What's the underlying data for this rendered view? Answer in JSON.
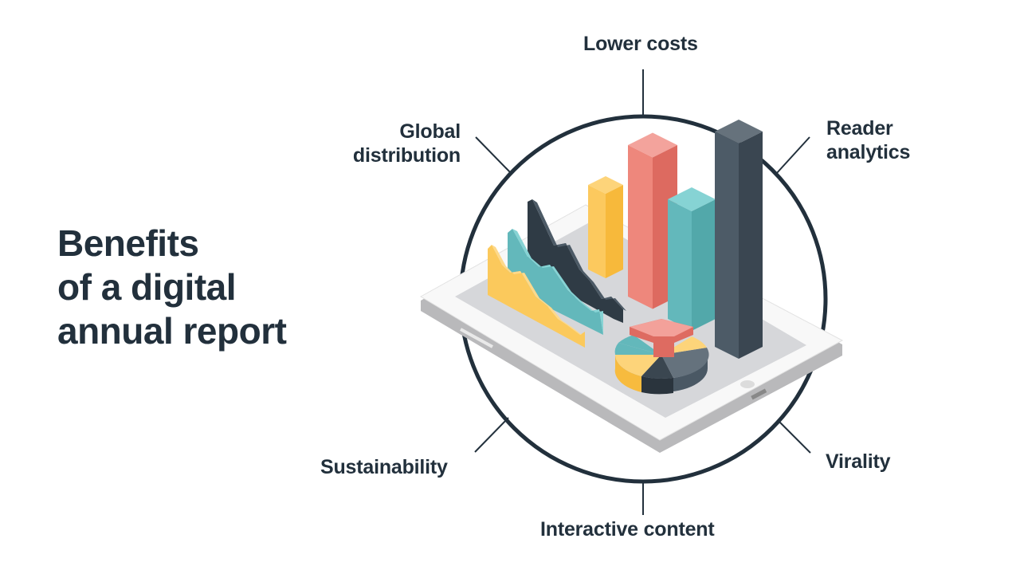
{
  "title": {
    "lines": [
      "Benefits",
      "of a digital",
      "annual report"
    ]
  },
  "benefits": {
    "lower_costs": "Lower costs",
    "global_distribution": [
      "Global",
      "distribution"
    ],
    "reader_analytics": [
      "Reader",
      "analytics"
    ],
    "sustainability": "Sustainability",
    "virality": "Virality",
    "interactive_content": "Interactive content"
  },
  "colors": {
    "text": "#22303c",
    "ring": "#22303c",
    "yellow": "#fbc95c",
    "coral": "#ee857a",
    "teal": "#63b8bb",
    "slate": "#4a5864",
    "tablet": "#f7f7f7",
    "screen": "#d6d7da"
  }
}
